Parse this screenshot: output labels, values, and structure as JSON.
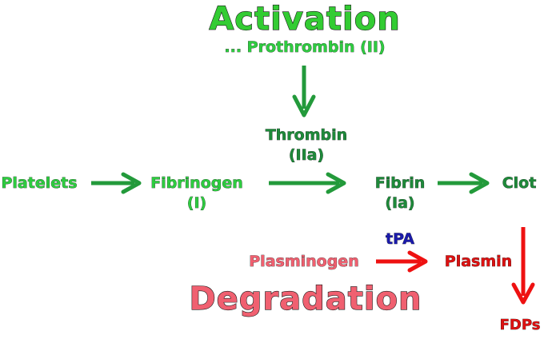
{
  "titles": {
    "activation": "Activation",
    "degradation": "Degradation"
  },
  "nodes": {
    "prothrombin": "... Prothrombin (II)",
    "thrombin": "Thrombin",
    "thrombin_sub": "(IIa)",
    "platelets": "Platelets",
    "fibrinogen": "Fibrinogen",
    "fibrinogen_sub": "(I)",
    "fibrin": "Fibrin",
    "fibrin_sub": "(Ia)",
    "clot": "Clot",
    "plasminogen": "Plasminogen",
    "tpa": "tPA",
    "plasmin": "Plasmin",
    "fdps": "FDPs"
  },
  "colors": {
    "activation_title": "#33cc33",
    "light_green": "#2ecc40",
    "dark_green": "#1e8a3a",
    "arrow_green": "#239a3b",
    "pink": "#f06070",
    "red": "#dd1111",
    "arrow_red": "#ee1111",
    "blue": "#1a1aaa"
  }
}
